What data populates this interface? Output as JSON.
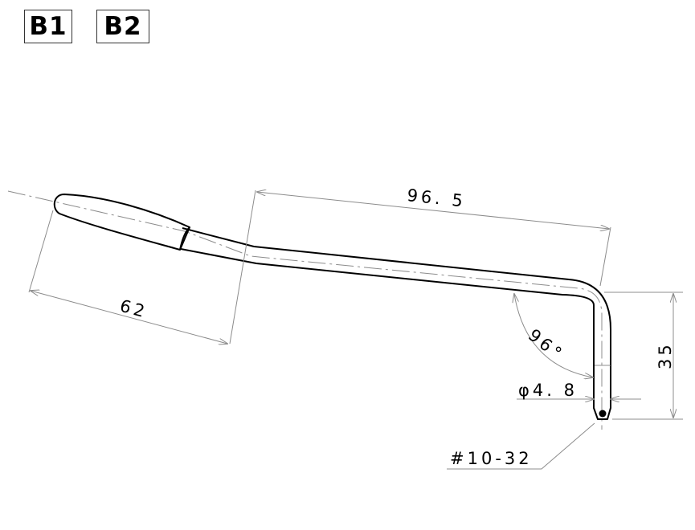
{
  "variants": {
    "b1_label": "B1",
    "b2_label": "B2"
  },
  "dimensions": {
    "overall_length": "96. 5",
    "grip_length": "62",
    "drop_height": "35",
    "bend_angle": "96°",
    "rod_diameter": "φ4. 8",
    "thread_spec": "#10-32"
  },
  "colors": {
    "outline": "#000000",
    "dimension_line": "#8c8c8c",
    "background": "#ffffff"
  }
}
